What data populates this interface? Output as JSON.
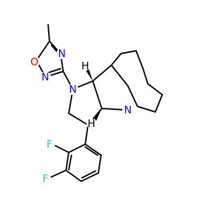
{
  "molecule": {
    "colors": {
      "carbon": "#000000",
      "nitrogen": "#0000ff",
      "oxygen": "#ff0000",
      "fluorine": "#33cccc"
    },
    "atom_labels": {
      "n_oxadiazole_top": "N",
      "o_oxadiazole": "O",
      "n_oxadiazole_bottom": "N",
      "n_pyrrolidine": "N",
      "h_upper": "H",
      "n_quinuclidine": "N",
      "h_lower": "H",
      "f_upper": "F",
      "f_lower": "F"
    }
  }
}
